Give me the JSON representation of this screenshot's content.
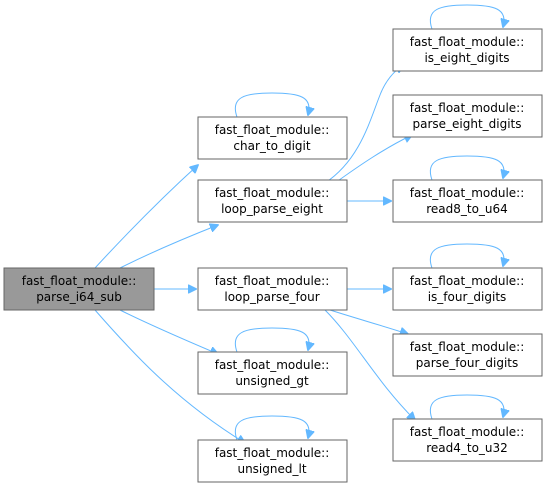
{
  "graph": {
    "edge_color": "#63b8ff",
    "root_fill": "#999999",
    "node_fill": "#ffffff",
    "node_border": "#666666",
    "nodes": {
      "root": {
        "line1": "fast_float_module::",
        "line2": "parse_i64_sub"
      },
      "c2d": {
        "line1": "fast_float_module::",
        "line2": "char_to_digit"
      },
      "lpe": {
        "line1": "fast_float_module::",
        "line2": "loop_parse_eight"
      },
      "lpf": {
        "line1": "fast_float_module::",
        "line2": "loop_parse_four"
      },
      "ugt": {
        "line1": "fast_float_module::",
        "line2": "unsigned_gt"
      },
      "ult": {
        "line1": "fast_float_module::",
        "line2": "unsigned_lt"
      },
      "ied": {
        "line1": "fast_float_module::",
        "line2": "is_eight_digits"
      },
      "ped": {
        "line1": "fast_float_module::",
        "line2": "parse_eight_digits"
      },
      "r8": {
        "line1": "fast_float_module::",
        "line2": "read8_to_u64"
      },
      "ifd": {
        "line1": "fast_float_module::",
        "line2": "is_four_digits"
      },
      "pfd": {
        "line1": "fast_float_module::",
        "line2": "parse_four_digits"
      },
      "r4": {
        "line1": "fast_float_module::",
        "line2": "read4_to_u32"
      }
    }
  }
}
